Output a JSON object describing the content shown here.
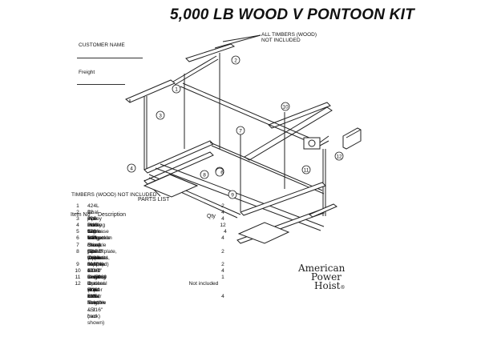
{
  "title": "5,000 LB WOOD V PONTOON KIT",
  "fields": {
    "customer_name": "CUSTOMER NAME",
    "freight": "Freight"
  },
  "callouts": {
    "all_timbers": "ALL TIMBERS (WOOD)",
    "all_timbers_2": "NOT INCLUDED",
    "timbers_bottom": "TIMBERS (WOOD) NOT INCLUDED"
  },
  "markers": [
    "1",
    "2",
    "3",
    "4",
    "5",
    "6",
    "7",
    "8",
    "9",
    "10",
    "11",
    "12"
  ],
  "parts_list": {
    "title": "PARTS LIST",
    "header_item": "Item No",
    "header_desc": "Description",
    "header_qty": "Qty",
    "rows": [
      {
        "no": "1",
        "desc": "424L Dual pipe bearing w/grease fitting",
        "qty": "2"
      },
      {
        "no": "2",
        "desc": "42 Pulley block flat hanger",
        "qty": "4"
      },
      {
        "no": "3",
        "desc": "429 Pulley block w/shackle",
        "qty": "4"
      },
      {
        "no": "4",
        "desc": "5/16 Cable end clamp",
        "qty": "12"
      },
      {
        "no": "5",
        "desc": "120 - 1/2\"  Shackle (for lower cradle)",
        "qty": "4"
      },
      {
        "no": "6",
        "desc": "V Pontoon chock w/backplate, w/8 bolts, nuts, lw",
        "qty": "4"
      },
      {
        "no": "7",
        "desc": "Drive pipe 2\" ID (not supplied)",
        "qty": ""
      },
      {
        "no": "8",
        "desc": "59 BE Cradle beam 5\" x 9' length",
        "qty": "2"
      },
      {
        "no": "",
        "desc": "(optional 9'-6\" or 10'-0\" lengths)",
        "qty": ""
      },
      {
        "no": "9",
        "desc": "516 GC Cable - 5/16\" x 45 ' length",
        "qty": "2"
      },
      {
        "no": "10",
        "desc": "424B Bearing bracket w/4 bolts, nuts, lw",
        "qty": "4"
      },
      {
        "no": "11",
        "desc": "CH5000 lb Power Hoist",
        "qty": "1"
      },
      {
        "no": "12",
        "desc": "Optional Hoist Cover",
        "qty": "Not included"
      },
      {
        "no": "",
        "desc": "(2 pc - 1 front & 1 back)",
        "qty": ""
      },
      {
        "no": "",
        "desc": "516 Thimble - 5/16\" (not shown)",
        "qty": "4"
      }
    ]
  },
  "brand": {
    "line1": "American",
    "line2": "Power",
    "line3": "Hoist",
    "mark": "®"
  }
}
